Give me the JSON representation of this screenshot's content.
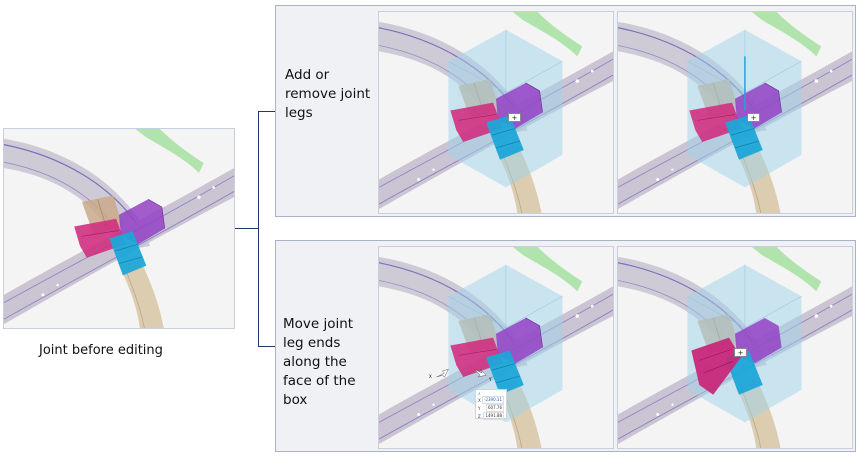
{
  "before": {
    "caption": "Joint before editing"
  },
  "steps": [
    {
      "label": "Add or remove joint legs",
      "panels": [
        {
          "name": "joint-with-box",
          "handle_icon": "move-handle-icon"
        },
        {
          "name": "joint-with-added-leg",
          "handle_icon": "move-handle-icon"
        }
      ]
    },
    {
      "label": "Move joint leg ends along the face of the box",
      "panels": [
        {
          "name": "joint-leg-dragging",
          "axis_x": "X",
          "axis_y": "Y"
        },
        {
          "name": "joint-leg-moved",
          "handle_icon": "move-handle-icon"
        }
      ],
      "coordinates": {
        "x_label": "X",
        "x_value": "-2390.11",
        "y_label": "Y",
        "y_value": "607.76",
        "z_label": "Z",
        "z_value": "1491.88"
      }
    }
  ],
  "colors": {
    "connector": "#1f3864",
    "leg_magenta": "#c8287a",
    "leg_purple": "#8a3db5",
    "leg_cyan": "#1aa3d4",
    "leg_tan": "#c9a98a",
    "box": "#a9d7ea",
    "rail": "#b9b3c6",
    "green_rail": "#8fd98f"
  },
  "icons": {
    "handle": "+"
  }
}
